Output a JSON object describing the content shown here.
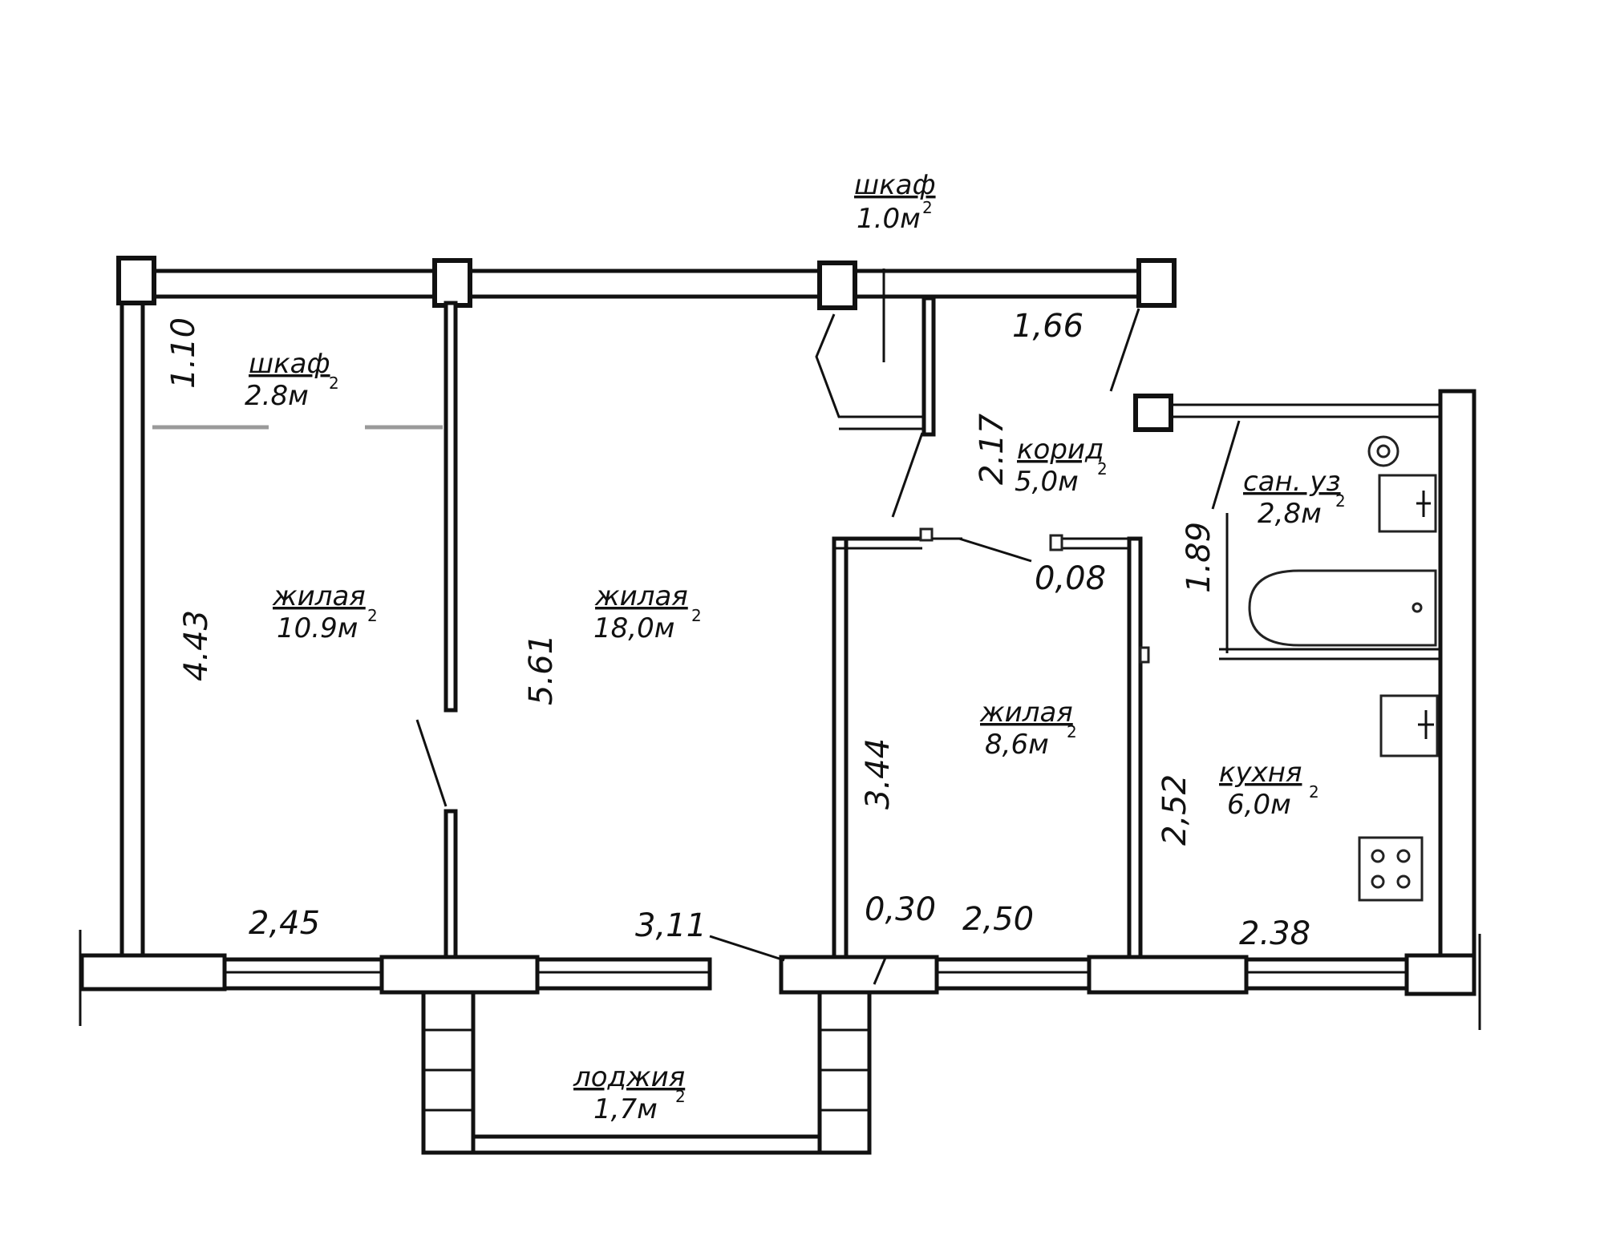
{
  "rooms": [
    {
      "name": "шкаф",
      "area": "1.0м"
    },
    {
      "name": "шкаф",
      "area": "2.8м"
    },
    {
      "name": "жилая",
      "area": "10.9м"
    },
    {
      "name": "жилая",
      "area": "18,0м"
    },
    {
      "name": "корид",
      "area": "5,0м"
    },
    {
      "name": "сан. уз",
      "area": "2,8м"
    },
    {
      "name": "жилая",
      "area": "8,6м"
    },
    {
      "name": "кухня",
      "area": "6,0м"
    },
    {
      "name": "лоджия",
      "area": "1,7м"
    }
  ],
  "area_superscript": "2",
  "dimensions": {
    "d_1_10": "1.10",
    "d_1_66": "1,66",
    "d_2_17": "2.17",
    "d_1_89": "1.89",
    "d_0_08": "0,08",
    "d_4_43": "4.43",
    "d_5_61": "5.61",
    "d_3_44": "3.44",
    "d_2_52": "2,52",
    "d_2_45": "2,45",
    "d_3_11": "3,11",
    "d_0_30": "0,30",
    "d_2_50": "2,50",
    "d_2_38": "2.38"
  }
}
